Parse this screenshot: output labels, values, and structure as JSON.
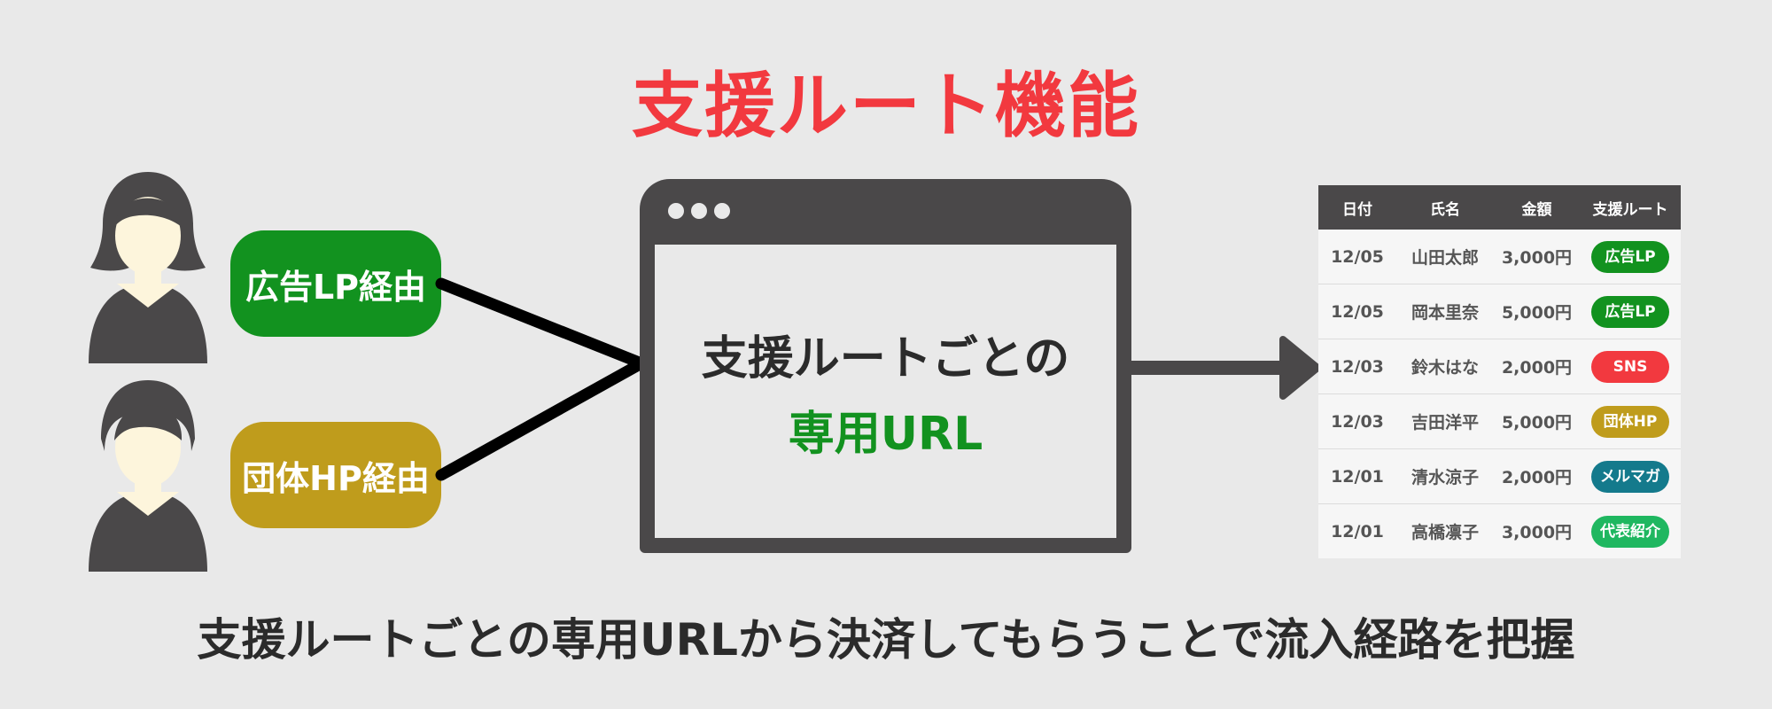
{
  "title": "支援ルート機能",
  "sources": [
    {
      "label": "広告LP経由",
      "color": "#12921f"
    },
    {
      "label": "団体HP経由",
      "color": "#bf9c1c"
    }
  ],
  "browser": {
    "line1": "支援ルートごとの",
    "line2": "専用URL"
  },
  "table": {
    "headers": [
      "日付",
      "氏名",
      "金額",
      "支援ルート"
    ],
    "rows": [
      {
        "date": "12/05",
        "name": "山田太郎",
        "amount": "3,000円",
        "route": "広告LP",
        "color": "#12921f"
      },
      {
        "date": "12/05",
        "name": "岡本里奈",
        "amount": "5,000円",
        "route": "広告LP",
        "color": "#12921f"
      },
      {
        "date": "12/03",
        "name": "鈴木はな",
        "amount": "2,000円",
        "route": "SNS",
        "color": "#f2393f"
      },
      {
        "date": "12/03",
        "name": "吉田洋平",
        "amount": "5,000円",
        "route": "団体HP",
        "color": "#bf9c1c"
      },
      {
        "date": "12/01",
        "name": "清水涼子",
        "amount": "2,000円",
        "route": "メルマガ",
        "color": "#147a8c"
      },
      {
        "date": "12/01",
        "name": "高橋凛子",
        "amount": "3,000円",
        "route": "代表紹介",
        "color": "#1fb760"
      }
    ]
  },
  "caption": "支援ルートごとの専用URLから決済してもらうことで流入経路を把握",
  "icons": {
    "person": "person-icon",
    "browser": "browser-window-icon",
    "arrow": "arrow-right-icon"
  }
}
